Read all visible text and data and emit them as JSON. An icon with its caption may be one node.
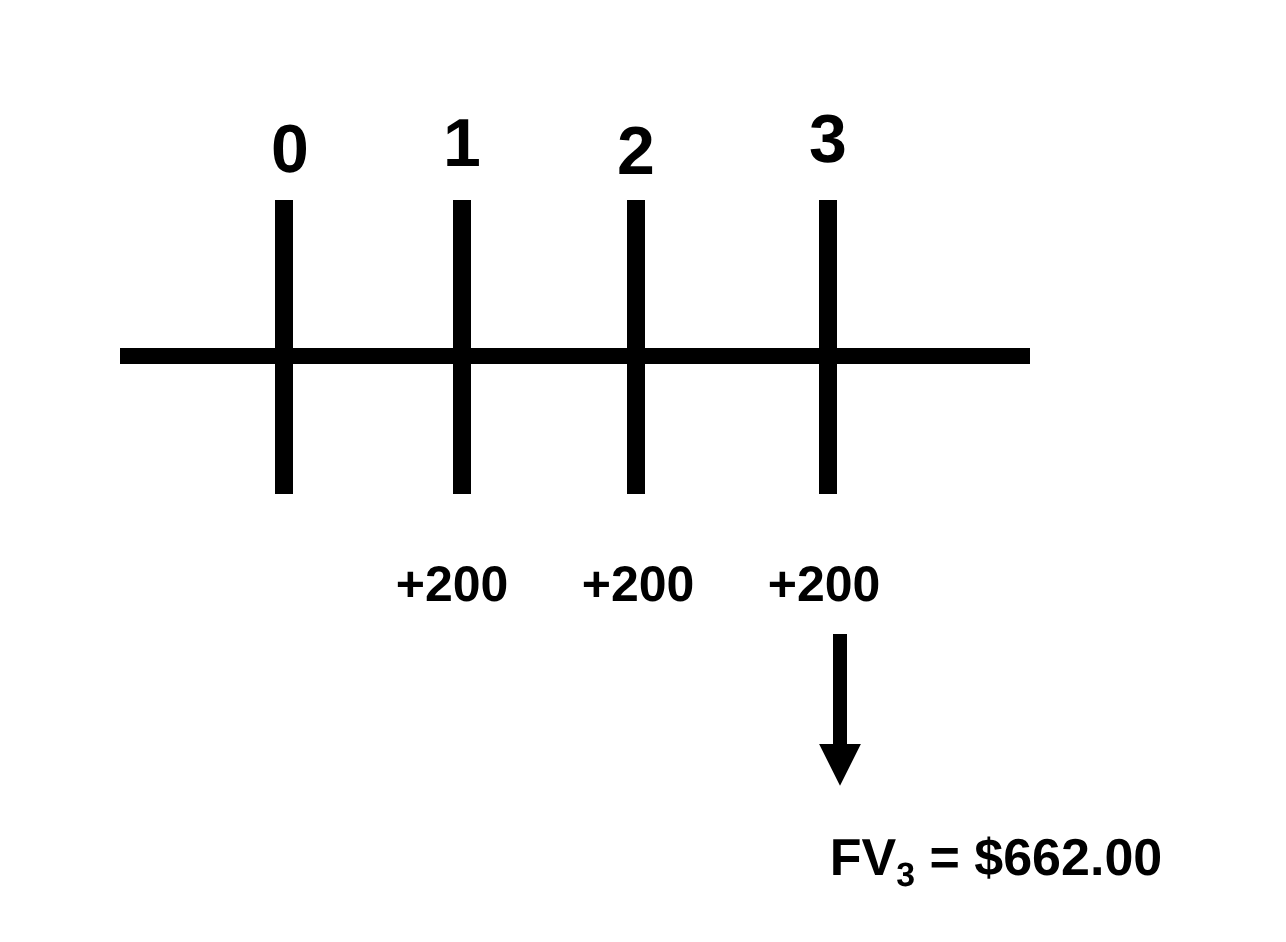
{
  "diagram": {
    "nodes": [
      {
        "text": [
          "+200"
        ]
      },
      {
        "text": [
          "+200"
        ]
      },
      {
        "text": [
          "+200"
        ]
      },
      {
        "text": [
          "FV$_{3}$ = $662.00"
        ]
      }
    ],
    "edges": [
      {
        "from": 2,
        "to": 3,
        "arrow": "to"
      }
    ],
    "labels": [
      "0",
      "1",
      "2",
      "3"
    ]
  }
}
